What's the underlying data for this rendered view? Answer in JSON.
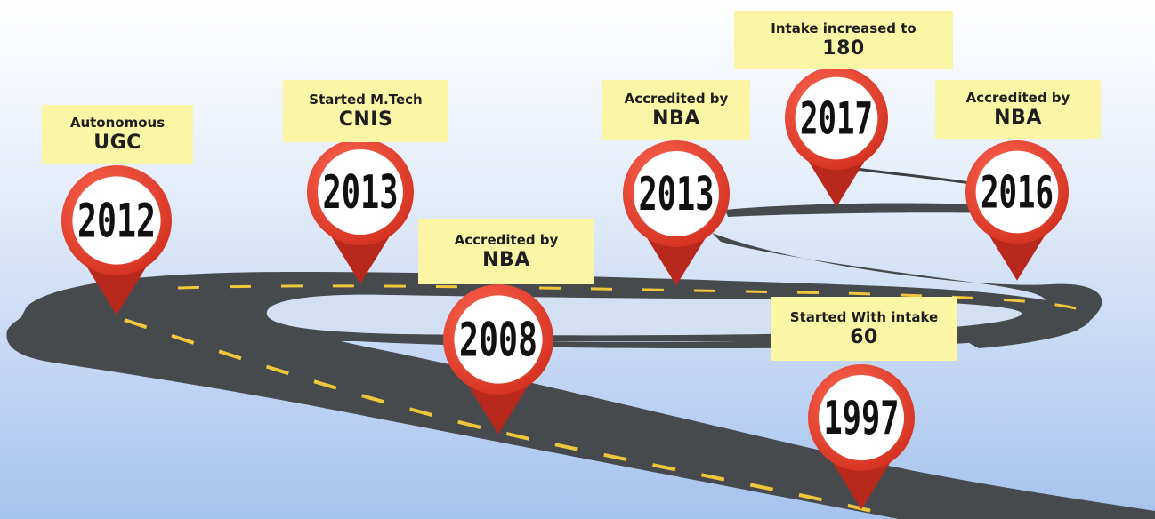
{
  "milestones": [
    {
      "id": "m2012",
      "year": "2012",
      "line1": "Autonomous",
      "line2": "UGC"
    },
    {
      "id": "m2013a",
      "year": "2013",
      "line1": "Started M.Tech",
      "line2": "CNIS"
    },
    {
      "id": "m2008",
      "year": "2008",
      "line1": "Accredited by",
      "line2": "NBA"
    },
    {
      "id": "m2013b",
      "year": "2013",
      "line1": "Accredited by",
      "line2": "NBA"
    },
    {
      "id": "m2017",
      "year": "2017",
      "line1": "Intake increased to",
      "line2": "180"
    },
    {
      "id": "m2016",
      "year": "2016",
      "line1": "Accredited by",
      "line2": "NBA"
    },
    {
      "id": "m1997",
      "year": "1997",
      "line1": "Started With intake",
      "line2": "60"
    }
  ],
  "colors": {
    "sky_top": "#ffffff",
    "sky_bottom": "#a9c6ef",
    "road": "#474a4d",
    "road_edge": "#2f3133",
    "lane": "#f0c63a",
    "pin_outer": "#e23b2a",
    "pin_dark": "#b8281c",
    "pin_inner": "#ffffff",
    "label_bg": "#fbf6a6"
  }
}
